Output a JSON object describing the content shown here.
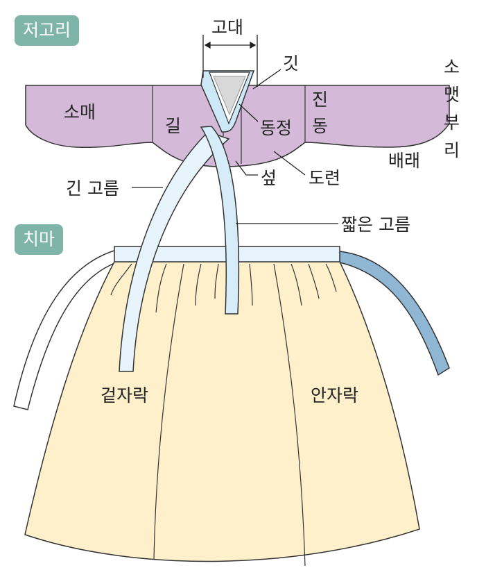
{
  "sections": {
    "jeogori": "저고리",
    "chima": "치마"
  },
  "labels": {
    "godae": "고대",
    "git": "깃",
    "somaetburi": [
      "소",
      "맷",
      "부",
      "리"
    ],
    "somae": "소매",
    "gil": "길",
    "dongjeong": "동정",
    "jindong": [
      "진",
      "동"
    ],
    "seop": "섶",
    "doryeon": "도련",
    "baerae": "배래",
    "gin_goreum": "긴 고름",
    "jjalbeun_goreum": "짧은 고름",
    "geotjarak": "겉자락",
    "anjarak": "안자락"
  },
  "colors": {
    "jeogori": "#d4b9d9",
    "collar": "#cde8f7",
    "skirt": "#fdf0cb",
    "tab": "#7fb5a8",
    "strap": "#8fb6d3"
  }
}
